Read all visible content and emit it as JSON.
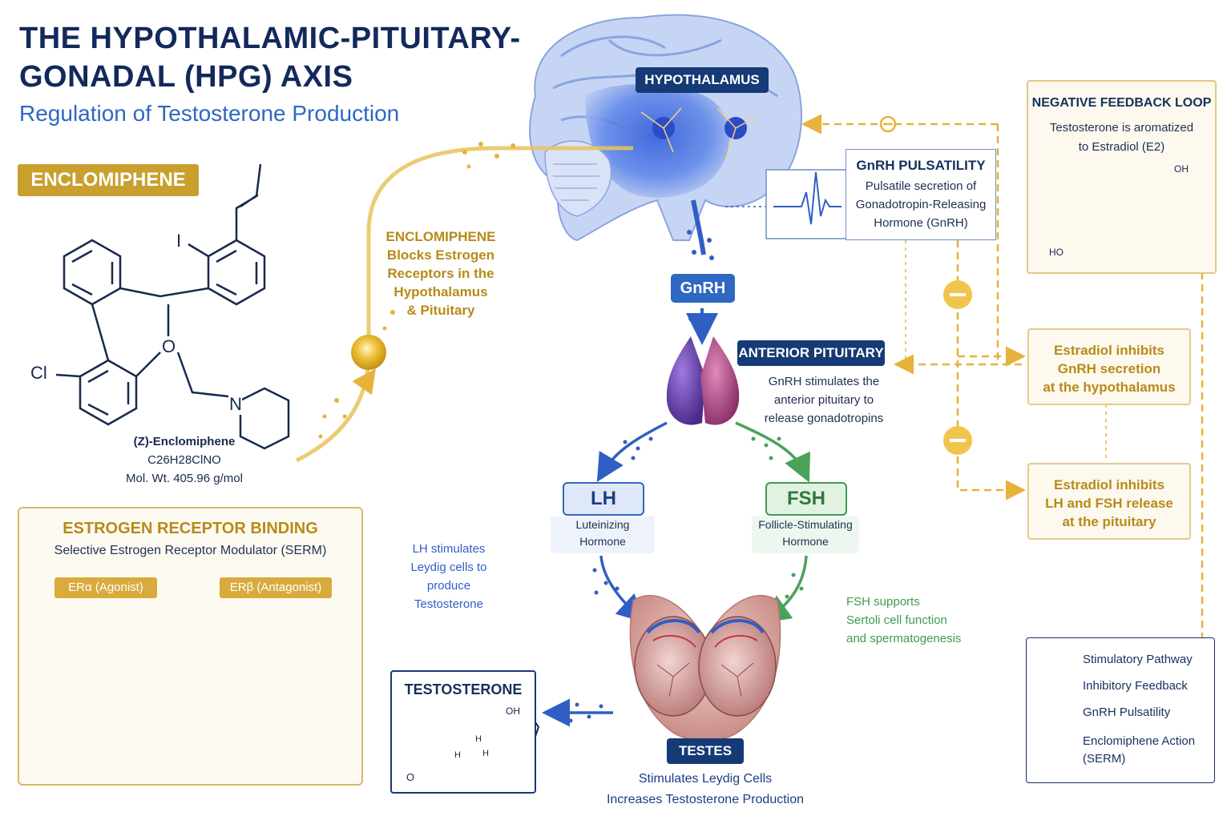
{
  "header": {
    "title_line1": "THE HYPOTHALAMIC-PITUITARY-",
    "title_line2": "GONADAL (HPG) AXIS",
    "subtitle": "Regulation of Testosterone Production"
  },
  "enclomiphene": {
    "badge": "ENCLOMIPHENE",
    "atom_i": "I",
    "atom_o": "O",
    "atom_n": "N",
    "atom_cl": "Cl",
    "name": "(Z)-Enclomiphene",
    "formula": "C26H28ClNO",
    "mol_wt": "Mol. Wt. 405.96 g/mol",
    "action_lines": [
      "ENCLOMIPHENE",
      "Blocks Estrogen",
      "Receptors in the",
      "Hypothalamus",
      "& Pituitary"
    ]
  },
  "er_binding": {
    "title": "ESTROGEN RECEPTOR BINDING",
    "subtitle": "Selective Estrogen Receptor Modulator (SERM)",
    "alpha": "ERα (Agonist)",
    "beta": "ERβ (Antagonist)"
  },
  "hypothalamus": {
    "label": "HYPOTHALAMUS",
    "pulsatility_title": "GnRH PULSATILITY",
    "pulsatility_lines": [
      "Pulsatile secretion of",
      "Gonadotropin-Releasing",
      "Hormone (GnRH)"
    ]
  },
  "gnrh": {
    "label": "GnRH"
  },
  "pituitary": {
    "label": "ANTERIOR PITUITARY",
    "desc_lines": [
      "GnRH stimulates the",
      "anterior pituitary to",
      "release gonadotropins"
    ]
  },
  "lh": {
    "label": "LH",
    "sub_lines": [
      "Luteinizing",
      "Hormone"
    ],
    "desc_lines": [
      "LH stimulates",
      "Leydig cells to",
      "produce",
      "Testosterone"
    ]
  },
  "fsh": {
    "label": "FSH",
    "sub_lines": [
      "Follicle-Stimulating",
      "Hormone"
    ],
    "desc_lines": [
      "FSH supports",
      "Sertoli cell function",
      "and spermatogenesis"
    ]
  },
  "testes": {
    "label": "TESTES",
    "desc_lines": [
      "Stimulates Leydig Cells",
      "Increases Testosterone Production"
    ]
  },
  "testosterone": {
    "title": "TESTOSTERONE",
    "oh": "OH",
    "o": "O",
    "h1": "H",
    "h2": "H",
    "h3": "H"
  },
  "feedback": {
    "title": "NEGATIVE FEEDBACK LOOP",
    "desc_line1": "Testosterone is aromatized",
    "desc_line2": "to Estradiol (E2)",
    "oh": "OH",
    "ho": "HO",
    "inhibit_hypo_lines": [
      "Estradiol inhibits",
      "GnRH secretion",
      "at the hypothalamus"
    ],
    "inhibit_pit_lines": [
      "Estradiol inhibits",
      "LH and FSH release",
      "at the pituitary"
    ]
  },
  "legend": {
    "stim": "Stimulatory Pathway",
    "inhib": "Inhibitory Feedback",
    "puls": "GnRH Pulsatility",
    "action_line1": "Enclomiphene Action",
    "action_line2": "(SERM)"
  },
  "colors": {
    "navy": "#153a75",
    "blue": "#2f67c2",
    "gold": "#c9a02e",
    "green": "#3f9a4f",
    "purple": "#6b3fa0"
  }
}
